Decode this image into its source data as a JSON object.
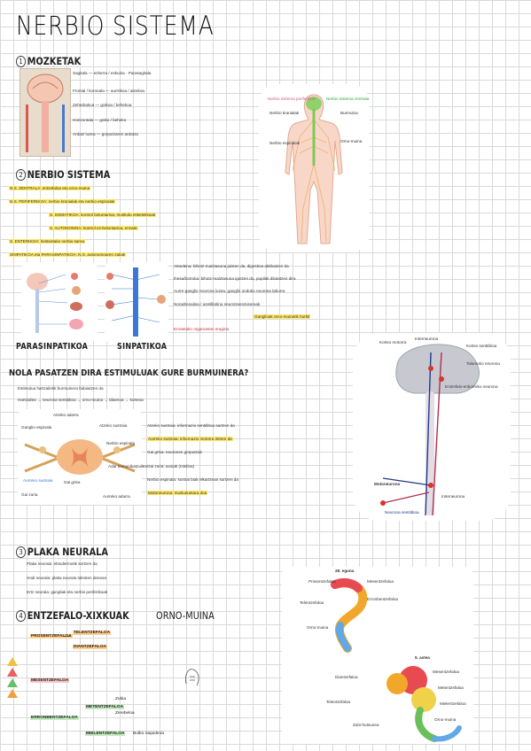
{
  "title": "NERBIO SISTEMA",
  "sections": {
    "s1": {
      "num": "1",
      "title": "MOZKETAK"
    },
    "s2": {
      "num": "2",
      "title": "NERBIO SISTEMA"
    },
    "s3": {
      "num": "3",
      "title": "PLAKA NEURALA"
    },
    "s4": {
      "num": "4",
      "title": "ENTZEFALO-XIXKUAK",
      "extra": "ORNO-MUINA"
    }
  },
  "s1_notes": [
    "Sagitala — ezkerra / eskuina · Parasagitala",
    "",
    "Frontal / koronala — aurrekoa / atzekoa",
    "Zeharkakoa — goikoa / behekoa",
    "Horizontala — goiko / beheko",
    "Ardatz luzea — gorputzaren ardatza"
  ],
  "s2_notes": [
    "N.S. ZENTRALA: entzefaloa eta orno-muina",
    "N.S. PERIFERIKOA: nerbio kranialak eta nerbio espinalak",
    "S. SOMATIKOA: kontrol boluntarioa, muskulu eskeletikoak",
    "S. AUTONOMOA: kontrol ez-boluntarioa, erraiak",
    "S. ENTERIKOA: hesteetako nerbio sarea",
    "SINPATIKOA eta PARASINPATIKOA: N.S. autonomoaren zatiak"
  ],
  "body_labels": {
    "periferikoa": "Nerbio sistema periferikoa",
    "zentrala": "Nerbio sistema zentrala",
    "garuna": "Burmuina",
    "kranialak": "Nerbio kranialak",
    "espinalak": "Nerbio espinalak",
    "orno": "Orno-muina"
  },
  "sympathetic": {
    "para": "PARASINPATIKOA",
    "sin": "SINPATIKOA"
  },
  "auto_notes": [
    "Atsedena: bihotz-maiztasuna jaisten da, digestioa aktibatzen da",
    "Ihesa/borroka: bihotz-maiztasuna igotzen da, pupilak dilatatzen dira",
    "Aurre-ganglio neurona luzea, ganglio ondoko neurona laburra",
    "Noradrenalina / azetilkolina neurotransmisoreak",
    "Ganglioak orno-muinetik hurbil",
    "Erraietako organoetan eragina"
  ],
  "question": "NOLA PASATZEN DIRA ESTIMULUAK GURE BURMUINERA?",
  "q_notes": [
    "Estimulua hartzailetik burmuinera bidaiatzen da",
    "Hartzailea → neurona sentitiboa → orno-muina → tálamoa → kortexa"
  ],
  "spinal_labels": {
    "atzeko_adar": "Atzeko adarra",
    "atzeko_sustrai": "Atzeko sustraia",
    "gangl": "Ganglio espinala",
    "gai_grisa": "Gai grisa",
    "gai_zuria": "Gai zuria",
    "aurreko_sustrai": "Aurreko sustraia",
    "aurreko_adar": "Aurreko adarra",
    "nerbio": "Nerbio espinala",
    "adar": "Adar komunikatzailea"
  },
  "spinal_notes": [
    "Atzeko sustraia: informazio sentitiboa sartzen da",
    "Aurreko sustraia: informazio motorra irteten da",
    "Gai grisa: neuronen gorputzak",
    "Gai zuria: axoiak (mielina)",
    "Nerbio espinala: sustrai biak elkartzean sortzen da",
    "Motoneurona: muskuluetara doa"
  ],
  "pathway_labels": {
    "kortex_motor": "Kortex motorra",
    "interneurona": "Interneurona",
    "kortex_sent": "Kortex sentitiboa",
    "talamo": "Talamoko neurona",
    "entsef": "Entzefalo-enborreko neurona",
    "motoneurona": "Motoneurona",
    "interneurona2": "Interneurona",
    "sentitiboa": "Neurona sentitiboa"
  },
  "s3_notes": [
    "Plaka neurala: ektodermotik sortzen da",
    "Hodi neurala: plaka neurala tolesten denean",
    "Ertz neurala: gangliak eta nerbio periferikoak"
  ],
  "tree": {
    "prosentzefaloa": "PROSENTZEFALOA",
    "telentzefaloa": "TELENTZEFALOA",
    "diantzefaloa": "DIANTZEFALOA",
    "mesentzefaloa": "MESENTZEFALOA",
    "erronbentzefaloa": "ERRONBENTZEFALOA",
    "metentzefaloa": "METENTZEFALOA",
    "mielentzefaloa": "MIELENTZEFALOA",
    "zubia": "Zubia",
    "zerebeloa": "Zerebeloa",
    "bulbo": "Bulbo raquideoa"
  },
  "emb1": {
    "title": "28. eguna",
    "labels": [
      "Prosentzefaloa",
      "Mesentzefaloa",
      "Erronbentzefaloa",
      "Telentzefaloa",
      "Orno-muina"
    ]
  },
  "emb2": {
    "title": "5. astea",
    "labels": [
      "Telentzefaloa",
      "Diantzefaloa",
      "Mesentzefaloa",
      "Metentzefaloa",
      "Mielentzefaloa",
      "Zubi-hutsunea",
      "Orno-muina"
    ]
  },
  "colors": {
    "accent": "#e94b3c",
    "highlight": "#ffe96a",
    "grid": "#d9d9d9"
  }
}
